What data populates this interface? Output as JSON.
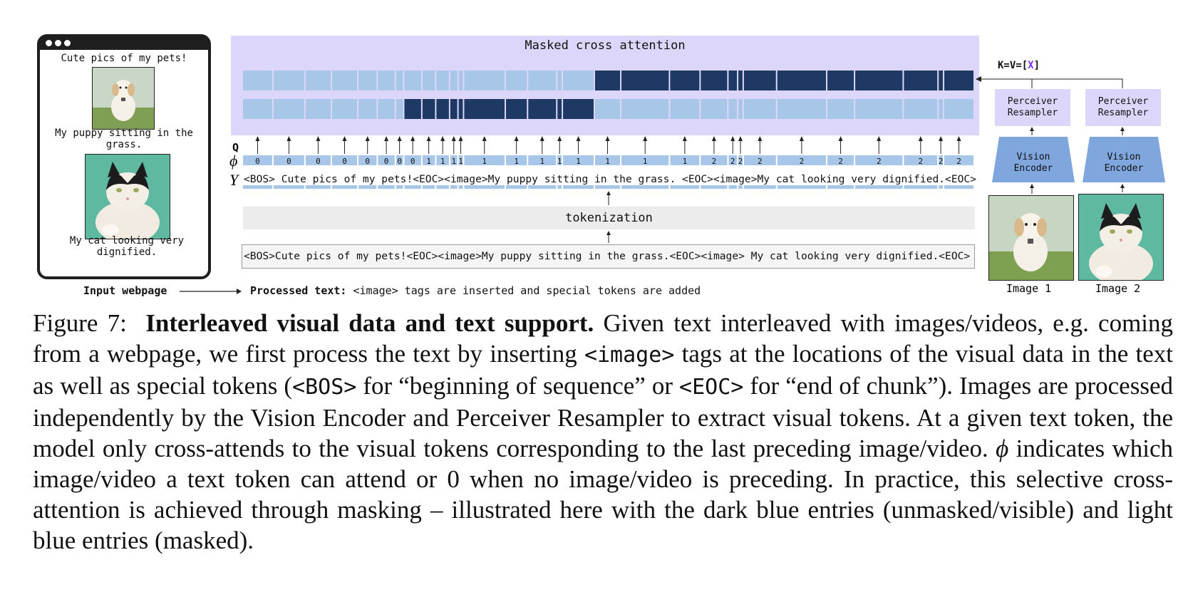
{
  "webpage": {
    "heading": "Cute pics of my pets!",
    "caption1": "My puppy sitting in the grass.",
    "caption2": "My cat looking very dignified.",
    "label": "Input webpage"
  },
  "attention": {
    "title": "Masked cross attention",
    "kv_label": "K=V=[",
    "kv_x": "X",
    "kv_close": "]",
    "row1_dark_from": 17,
    "row2_dark_from": 7,
    "row2_dark_to": 16
  },
  "labels": {
    "q": "Q",
    "phi": "ϕ",
    "y": "Y"
  },
  "phi_values": [
    "0",
    "0",
    "0",
    "0",
    "0",
    "0",
    "0",
    "0",
    "1",
    "1",
    "1",
    "1",
    "1",
    "1",
    "1",
    "1",
    "1",
    "1",
    "1",
    "1",
    "2",
    "2",
    "2",
    "2",
    "2",
    "2",
    "2",
    "2",
    "2",
    "2"
  ],
  "token_text": "<BOS> Cute pics of my pets!<EOC><image>My puppy sitting in the grass. <EOC><image>My cat looking very dignified.<EOC>",
  "tokenization": "tokenization",
  "raw_text": "<BOS>Cute pics of my pets!<EOC><image>My puppy sitting in the grass.<EOC><image> My cat looking very dignified.<EOC>",
  "processed": {
    "bold": "Processed text:",
    "rest": "<image> tags are inserted and special tokens are added"
  },
  "vision": {
    "resampler1": "Perceiver Resampler",
    "resampler2": "Perceiver Resampler",
    "encoder1": "Vision Encoder",
    "encoder2": "Vision Encoder",
    "image1": "Image 1",
    "image2": "Image 2"
  },
  "caption": {
    "prefix": "Figure 7:",
    "bold": "Interleaved visual data and text support.",
    "p1": "Given text interleaved with images/videos, e.g. coming from a webpage, we first process the text by inserting",
    "code1": "<image>",
    "p2": "tags at the locations of the visual data in the text as well as special tokens (",
    "code2": "<BOS>",
    "p3": "for “beginning of sequence” or",
    "code3": "<EOC>",
    "p4": "for “end of chunk”). Images are processed independently by the Vision Encoder and Perceiver Resampler to extract visual tokens. At a given text token, the model only cross-attends to the visual tokens corresponding to the last preceding image/video.",
    "phi": "ϕ",
    "p5": "indicates which image/video a text token can attend or 0 when no image/video is preceding. In practice, this selective cross-attention is achieved through masking – illustrated here with the dark blue entries (unmasked/visible) and light blue entries (masked)."
  },
  "colors": {
    "light_blue": "#a8c6e8",
    "dark_blue": "#1e3a64",
    "lavender": "#ddd6fb",
    "encoder_blue": "#7fa6dd",
    "x_purple": "#7b2cf0"
  }
}
